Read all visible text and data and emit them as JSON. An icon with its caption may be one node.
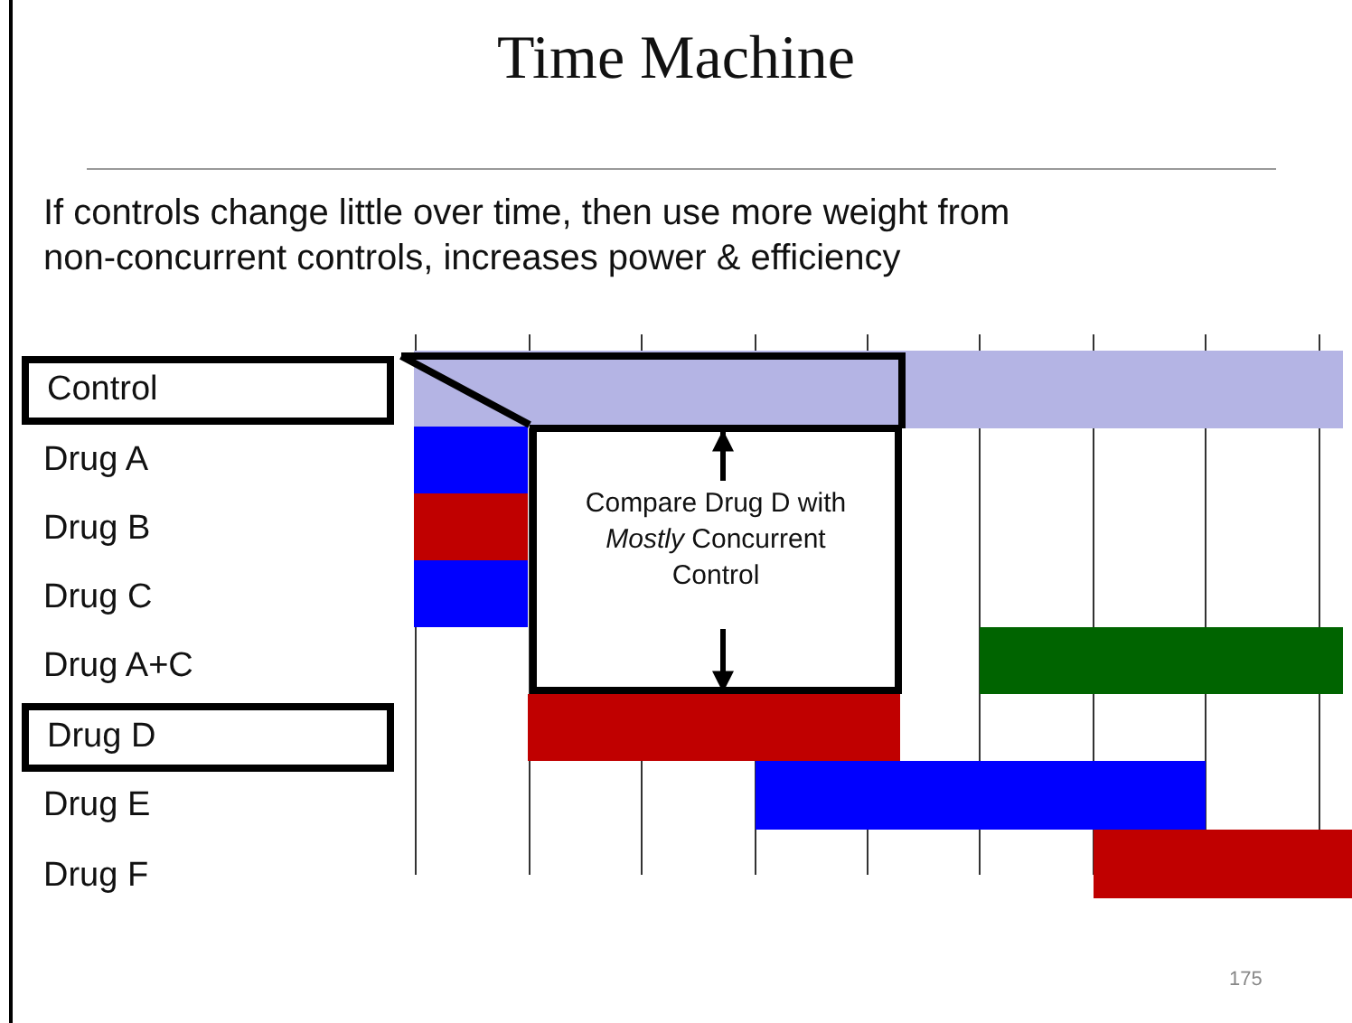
{
  "diagram": {
    "title": "Time Machine",
    "nodes": [
      {
        "text": [
          "Control"
        ]
      },
      {
        "text": [
          "Drug A"
        ]
      },
      {
        "text": [
          "Drug B"
        ]
      },
      {
        "text": [
          "Drug C"
        ]
      },
      {
        "text": [
          "Drug A+C"
        ]
      },
      {
        "text": [
          "Drug D"
        ]
      },
      {
        "text": [
          "Drug E"
        ]
      },
      {
        "text": [
          "Drug F"
        ]
      },
      {
        "text": [],
        "shape": "bar"
      },
      {
        "text": [],
        "shape": "bar"
      },
      {
        "text": [],
        "shape": "bar"
      },
      {
        "text": [],
        "shape": "bar"
      },
      {
        "text": [],
        "shape": "bar"
      },
      {
        "text": [],
        "shape": "bar"
      },
      {
        "text": [],
        "shape": "bar"
      },
      {
        "text": [],
        "shape": "bar"
      },
      {
        "text": [
          "Compare Drug D with *Mostly* Concurrent Control"
        ]
      }
    ],
    "edges": [
      {
        "from": 16,
        "to": 8,
        "arrow": "to"
      },
      {
        "from": 16,
        "to": 13,
        "arrow": "to"
      }
    ],
    "labels": [
      "If controls change little over time, then use more weight from non-concurrent controls, increases power & efficiency",
      "175"
    ]
  }
}
